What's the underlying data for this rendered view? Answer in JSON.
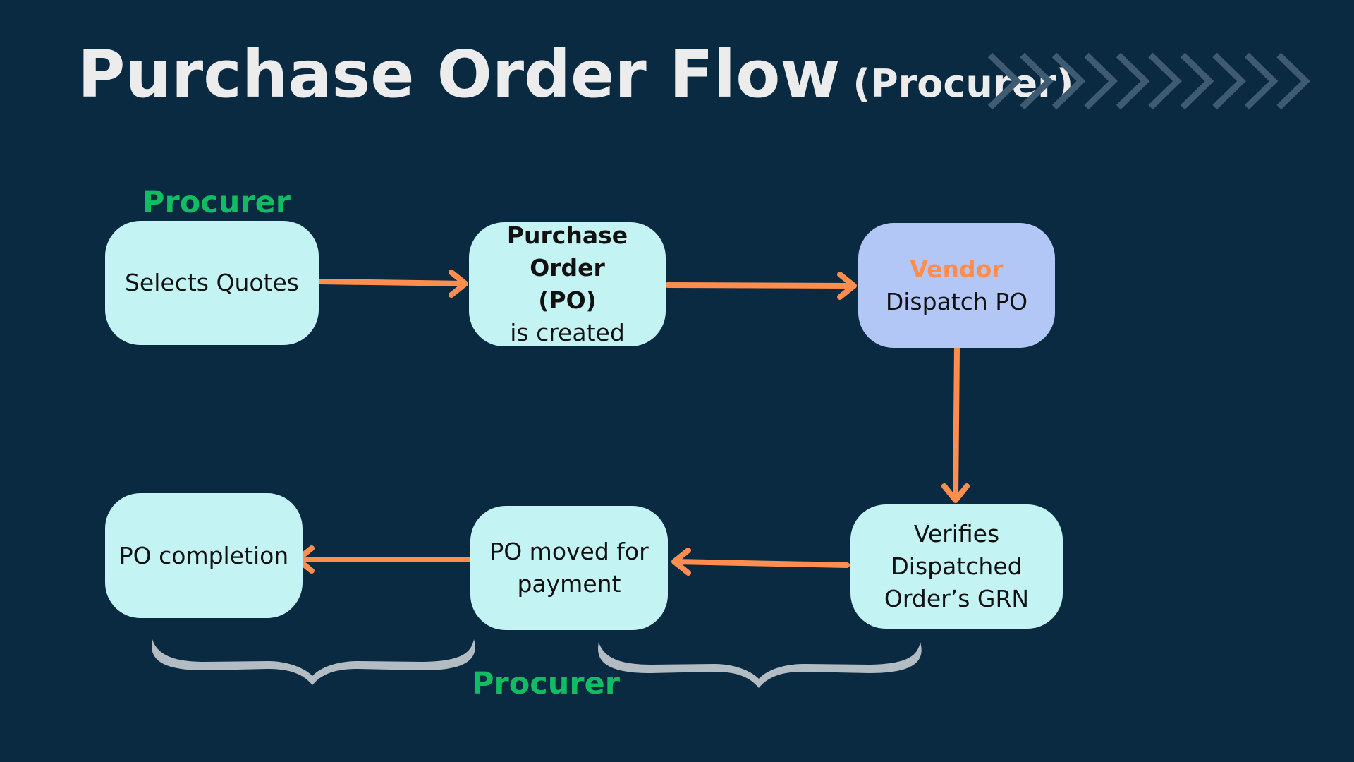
{
  "title": {
    "main": "Purchase Order Flow",
    "sub": "(Procurer)"
  },
  "colors": {
    "background": "#0a2a42",
    "box": "#c4f3f3",
    "vendor_box": "#b3c7f7",
    "arrow": "#ff8d4d",
    "procurer_label": "#10bd62",
    "brace": "#b3bcc2",
    "chevron": "#3e5b72"
  },
  "labels": {
    "procurer_top": "Procurer",
    "procurer_bottom": "Procurer"
  },
  "steps": [
    {
      "text": "Selects Quotes"
    },
    {
      "bold1": "Purchase Order",
      "bold2": "(PO)",
      "text": "is created"
    },
    {
      "role": "Vendor",
      "text": "Dispatch PO"
    },
    {
      "line1": "Verifies",
      "line2": "Dispatched",
      "line3": "Order’s GRN"
    },
    {
      "line1": "PO moved for",
      "line2": "payment"
    },
    {
      "text": "PO completion"
    }
  ]
}
